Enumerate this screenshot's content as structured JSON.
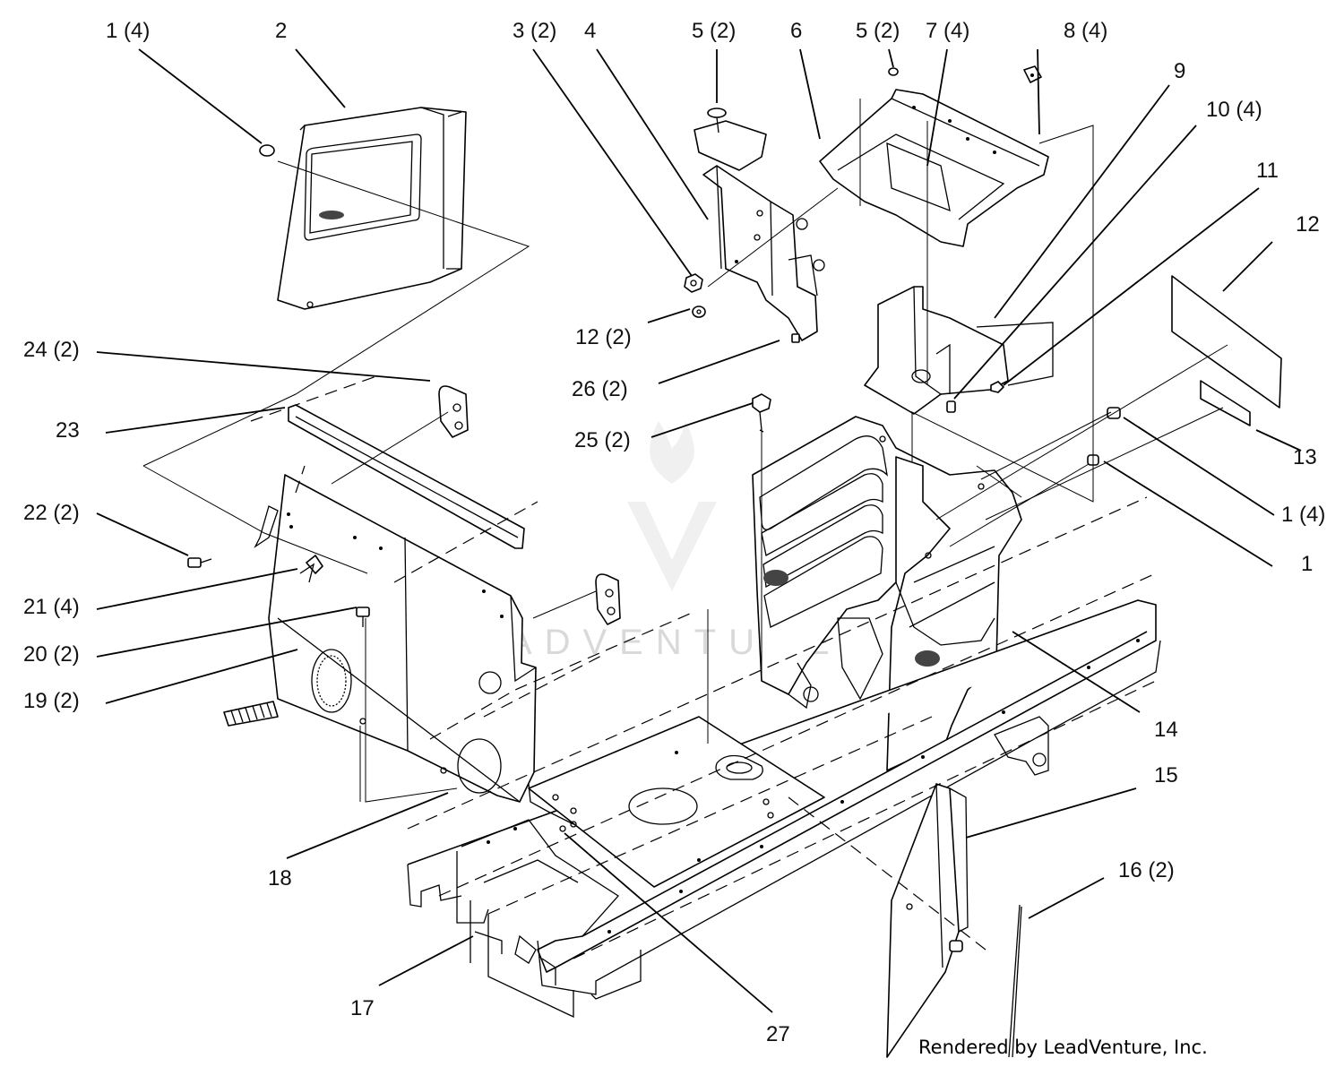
{
  "labels": [
    {
      "id": "l1a",
      "text": "1 (4)"
    },
    {
      "id": "l2",
      "text": "2"
    },
    {
      "id": "l3",
      "text": "3 (2)"
    },
    {
      "id": "l4",
      "text": "4"
    },
    {
      "id": "l5a",
      "text": "5 (2)"
    },
    {
      "id": "l6",
      "text": "6"
    },
    {
      "id": "l5b",
      "text": "5 (2)"
    },
    {
      "id": "l7",
      "text": "7 (4)"
    },
    {
      "id": "l8",
      "text": "8 (4)"
    },
    {
      "id": "l9",
      "text": "9"
    },
    {
      "id": "l10",
      "text": "10 (4)"
    },
    {
      "id": "l11",
      "text": "11"
    },
    {
      "id": "l12a",
      "text": "12"
    },
    {
      "id": "l12b",
      "text": "12 (2)"
    },
    {
      "id": "l26",
      "text": "26 (2)"
    },
    {
      "id": "l25",
      "text": "25 (2)"
    },
    {
      "id": "l24",
      "text": "24 (2)"
    },
    {
      "id": "l23",
      "text": "23"
    },
    {
      "id": "l22",
      "text": "22 (2)"
    },
    {
      "id": "l21",
      "text": "21 (4)"
    },
    {
      "id": "l20",
      "text": "20 (2)"
    },
    {
      "id": "l19",
      "text": "19 (2)"
    },
    {
      "id": "l18",
      "text": "18"
    },
    {
      "id": "l17",
      "text": "17"
    },
    {
      "id": "l27",
      "text": "27"
    },
    {
      "id": "l13",
      "text": "13"
    },
    {
      "id": "l1b",
      "text": "1 (4)"
    },
    {
      "id": "l1c",
      "text": "1"
    },
    {
      "id": "l14",
      "text": "14"
    },
    {
      "id": "l15",
      "text": "15"
    },
    {
      "id": "l16",
      "text": "16 (2)"
    }
  ],
  "credit": "Rendered by LeadVenture, Inc.",
  "watermark": "LEADVENTURE",
  "colors": {
    "ink": "#000000",
    "paper": "#ffffff",
    "watermark": "#d9d9d9"
  }
}
